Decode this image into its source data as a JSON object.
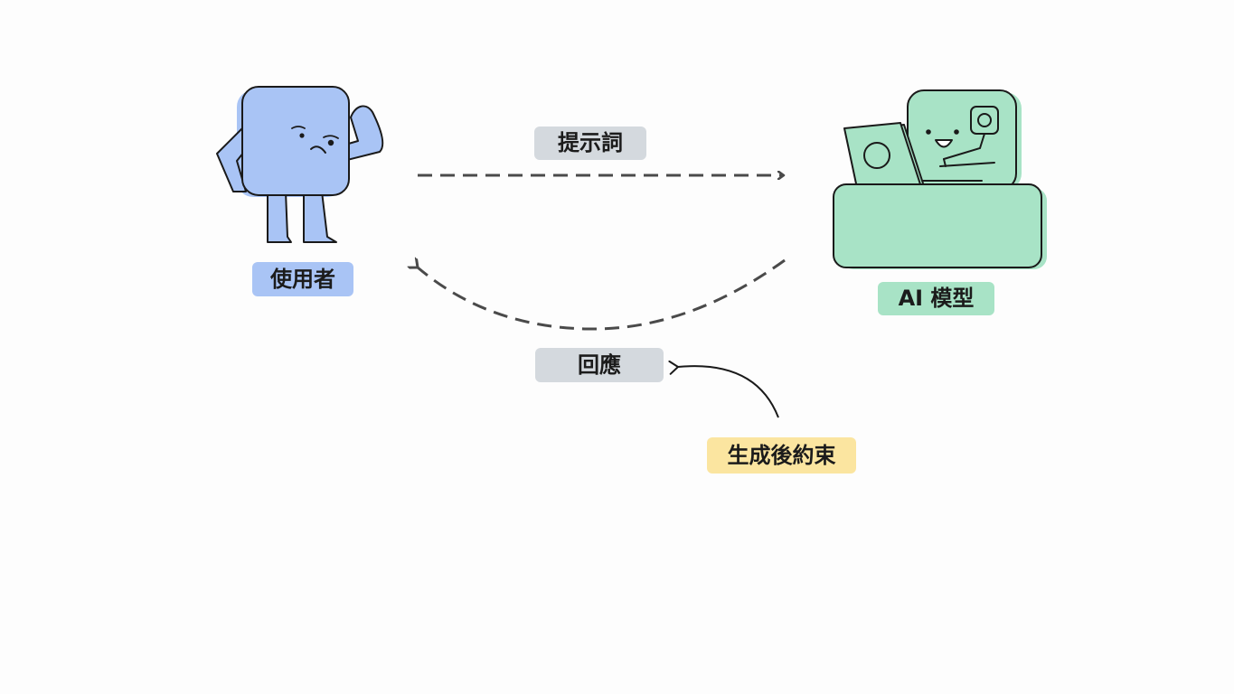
{
  "colors": {
    "background": "#fdfdfd",
    "user_fill": "#a9c4f5",
    "model_fill": "#a8e3c6",
    "neutral_tag": "#d4d9de",
    "constraint_tag": "#fbe5a0",
    "arrow": "#4a4a4a",
    "outline": "#1a1a1a"
  },
  "icons": {
    "user": "user-block-character-icon",
    "model": "robot-with-laptop-icon"
  },
  "nodes": {
    "user": {
      "label": "使用者"
    },
    "model": {
      "label": "AI 模型"
    }
  },
  "edges": {
    "prompt": {
      "label": "提示詞",
      "style": "dashed"
    },
    "response": {
      "label": "回應",
      "style": "dashed"
    }
  },
  "annotation": {
    "label": "生成後約束"
  }
}
